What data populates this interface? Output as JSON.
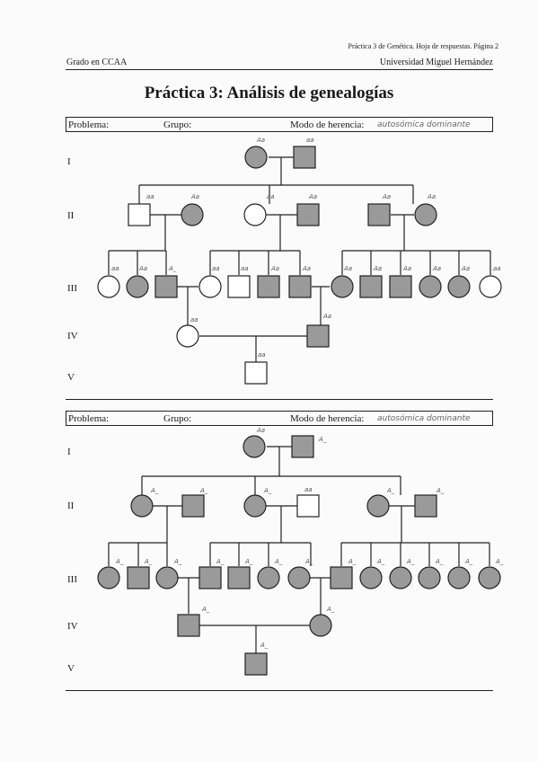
{
  "header": {
    "top_right": "Práctica 3 de Genética. Hoja de respuestas. Página 2",
    "left": "Grado en CCAA",
    "right": "Universidad Miguel Hernández"
  },
  "title": "Práctica 3: Análisis de genealogías",
  "labels": {
    "problema": "Problema:",
    "grupo": "Grupo:",
    "modo": "Modo de herencia:"
  },
  "generations": [
    "I",
    "II",
    "III",
    "IV",
    "V"
  ],
  "problems": [
    {
      "mode_answer": "autosómica dominante",
      "genotypes": {
        "I1": "Aa",
        "I2": "aa",
        "II1": "aa",
        "II2": "Aa",
        "II3": "aa",
        "II4": "Aa",
        "II5": "Aa",
        "II6": "Aa",
        "III1": "aa",
        "III2": "Aa",
        "III3": "A_",
        "III4": "aa",
        "III5": "aa",
        "III6": "Aa",
        "III7": "Aa",
        "III8": "Aa",
        "III9": "Aa",
        "III10": "Aa",
        "III11": "Aa",
        "III12": "Aa",
        "III13": "aa",
        "IV1": "aa",
        "IV2": "Aa",
        "V1": "aa"
      }
    },
    {
      "mode_answer": "autosómica dominante",
      "genotypes": {
        "I1": "Aa",
        "I2": "A_",
        "II1": "A_",
        "II2": "A_",
        "II3": "A_",
        "II4": "aa",
        "II5": "A_",
        "II6": "A_",
        "III1": "A_",
        "III2": "A_",
        "III3": "A_",
        "III4": "A_",
        "III5": "A_",
        "III6": "A_",
        "III7": "A_",
        "III8": "A_",
        "III9": "A_",
        "III10": "A_",
        "III11": "A_",
        "III12": "A_",
        "III13": "A_",
        "IV1": "A_",
        "IV2": "A_",
        "V1": "A_"
      }
    }
  ]
}
